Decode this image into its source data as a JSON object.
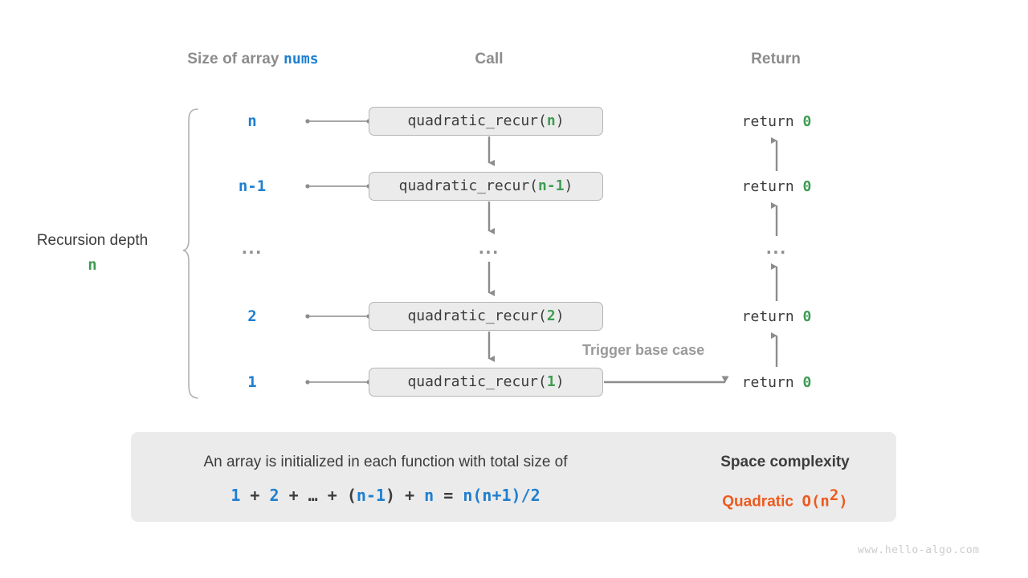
{
  "columns": {
    "size": {
      "text_before": "Size of array ",
      "keyword": "nums"
    },
    "call": "Call",
    "return": "Return"
  },
  "depth_bracket": {
    "label": "Recursion depth",
    "value": "n"
  },
  "rows": [
    {
      "size": "n",
      "call_prefix": "quadratic_recur(",
      "call_arg": "n",
      "call_suffix": ")",
      "return_text": "return ",
      "return_value": "0"
    },
    {
      "size": "n-1",
      "call_prefix": "quadratic_recur(",
      "call_arg": "n-1",
      "call_suffix": ")",
      "return_text": "return ",
      "return_value": "0"
    },
    {
      "size": "...",
      "call_prefix": "...",
      "call_arg": "",
      "call_suffix": "",
      "return_text": "...",
      "return_value": ""
    },
    {
      "size": "2",
      "call_prefix": "quadratic_recur(",
      "call_arg": "2",
      "call_suffix": ")",
      "return_text": "return ",
      "return_value": "0"
    },
    {
      "size": "1",
      "call_prefix": "quadratic_recur(",
      "call_arg": "1",
      "call_suffix": ")",
      "return_text": "return ",
      "return_value": "0"
    }
  ],
  "trigger_note": "Trigger base case",
  "summary": {
    "line1": "An array is initialized in each function with total size of",
    "formula": {
      "t1": "1",
      "o1": " + ",
      "t2": "2",
      "o2": " + ",
      "ell": "…",
      "o3": " + ",
      "p1": "(",
      "t3": "n-1",
      "p2": ")",
      "o4": " + ",
      "t4": "n",
      "o5": " = ",
      "t5": "n(n+1)/2"
    },
    "complexity_title": "Space complexity",
    "complexity_word": "Quadratic",
    "complexity_big_o": "O(n",
    "complexity_exp": "2",
    "complexity_close": ")"
  },
  "watermark": "www.hello-algo.com",
  "colors": {
    "blue": "#1f7fd0",
    "green": "#3f9c52",
    "orange": "#ec5b1f",
    "gray_header": "#8c8c8c",
    "panel": "#ebebeb",
    "stroke": "#8c8c8c"
  }
}
